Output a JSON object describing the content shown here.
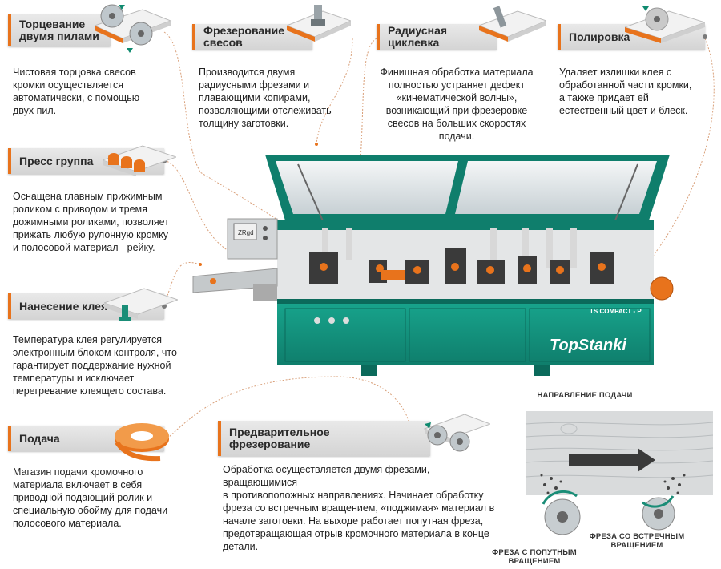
{
  "blocks": {
    "trim": {
      "title_line1": "Торцевание",
      "title_line2": "двумя пилами",
      "desc": [
        "Чистовая торцовка свесов",
        "кромки осуществляется",
        "автоматически, с помощью",
        "двух пил."
      ]
    },
    "milling": {
      "title": "Фрезерование свесов",
      "desc": [
        "Производится двумя",
        "радиусными фрезами и",
        "плавающими копирами,",
        "позволяющими отслеживать",
        "толщину заготовки."
      ]
    },
    "scraping": {
      "title": "Радиусная циклевка",
      "desc": [
        "Финишная обработка материала",
        "полностью устраняет дефект",
        "«кинематической волны»,",
        "возникающий при фрезеровке",
        "свесов на больших скоростях",
        "подачи."
      ]
    },
    "polishing": {
      "title": "Полировка",
      "desc": [
        "Удаляет излишки клея с",
        "обработанной части кромки,",
        "а также придает ей",
        "естественный цвет и блеск."
      ]
    },
    "press": {
      "title": "Пресс группа",
      "desc": [
        "Оснащена главным прижимным",
        "роликом с приводом и тремя",
        "дожимными роликами, позволяет",
        "прижать любую рулонную кромку",
        "и полосовой материал - рейку."
      ]
    },
    "glue": {
      "title": "Нанесение клея",
      "desc": [
        "Температура клея регулируется",
        "электронным блоком контроля, что",
        "гарантирует поддержание нужной",
        "температуры и исключает",
        "перегревание клеящего состава."
      ]
    },
    "feed": {
      "title": "Подача",
      "desc": [
        "Магазин подачи кромочного",
        "материала включает в себя",
        "приводной подающий ролик и",
        "специальную обойму для подачи",
        "полосового материала."
      ]
    },
    "premill": {
      "title_line1": "Предварительное",
      "title_line2": "фрезерование",
      "desc": [
        "Обработка осуществляется двумя фрезами, вращающимися",
        "в противоположных направлениях. Начинает обработку",
        "фреза со встречным вращением, «поджимая» материал в",
        "начале заготовки. На выходе работает попутная фреза,",
        "предотвращающая отрыв кромочного материала в конце",
        "детали."
      ]
    }
  },
  "machine": {
    "model_label": "TS COMPACT - P",
    "brand_logo": "TopStanki",
    "panel_logo": "ZRgd"
  },
  "diagram": {
    "feed_direction": "НАПРАВЛЕНИЕ ПОДАЧИ",
    "cutter_down_line1": "ФРЕЗА С ПОПУТНЫМ",
    "cutter_down_line2": "ВРАЩЕНИЕМ",
    "cutter_up_line1": "ФРЕЗА СО ВСТРЕЧНЫМ",
    "cutter_up_line2": "ВРАЩЕНИЕМ"
  },
  "colors": {
    "accent": "#e8731c",
    "machine_green": "#138e7a",
    "tab_gray": "#dedede"
  }
}
